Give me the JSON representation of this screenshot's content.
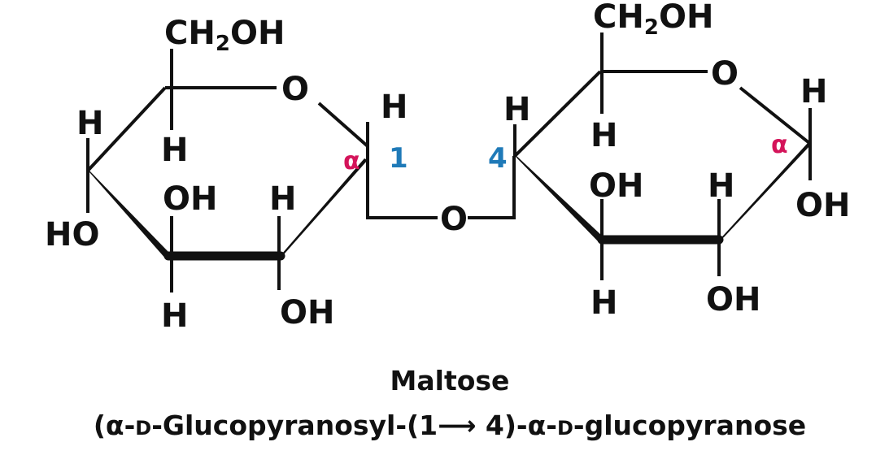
{
  "colors": {
    "alpha": "#d4145a",
    "carbon_number": "#1f7ab8",
    "bond": "#111111"
  },
  "left_ring": {
    "ch2oh": {
      "c": "CH",
      "sub": "2",
      "oh": "OH"
    },
    "ring_o": "O",
    "h_c5": "H",
    "h_c4": "H",
    "ho_c4": "HO",
    "oh_c3": "OH",
    "h_c3": "H",
    "h_c2": "H",
    "oh_c2": "OH",
    "h_c1": "H",
    "alpha": "α",
    "carbon_number": "1"
  },
  "glycosidic_o": "O",
  "right_ring": {
    "ch2oh": {
      "c": "CH",
      "sub": "2",
      "oh": "OH"
    },
    "ring_o": "O",
    "h_c5": "H",
    "h_c4": "H",
    "oh_c3": "OH",
    "h_c3": "H",
    "h_c2": "H",
    "oh_c2": "OH",
    "h_c1": "H",
    "oh_c1": "OH",
    "alpha": "α",
    "carbon_number": "4"
  },
  "caption": {
    "name": "Maltose",
    "systematic": {
      "p1": "(α-",
      "d1": "D",
      "p2": "-Glucopyranosyl-(1",
      "arrow": "⟶",
      "p3": " 4)-α-",
      "d2": "D",
      "p4": "-glucopyranose"
    }
  }
}
